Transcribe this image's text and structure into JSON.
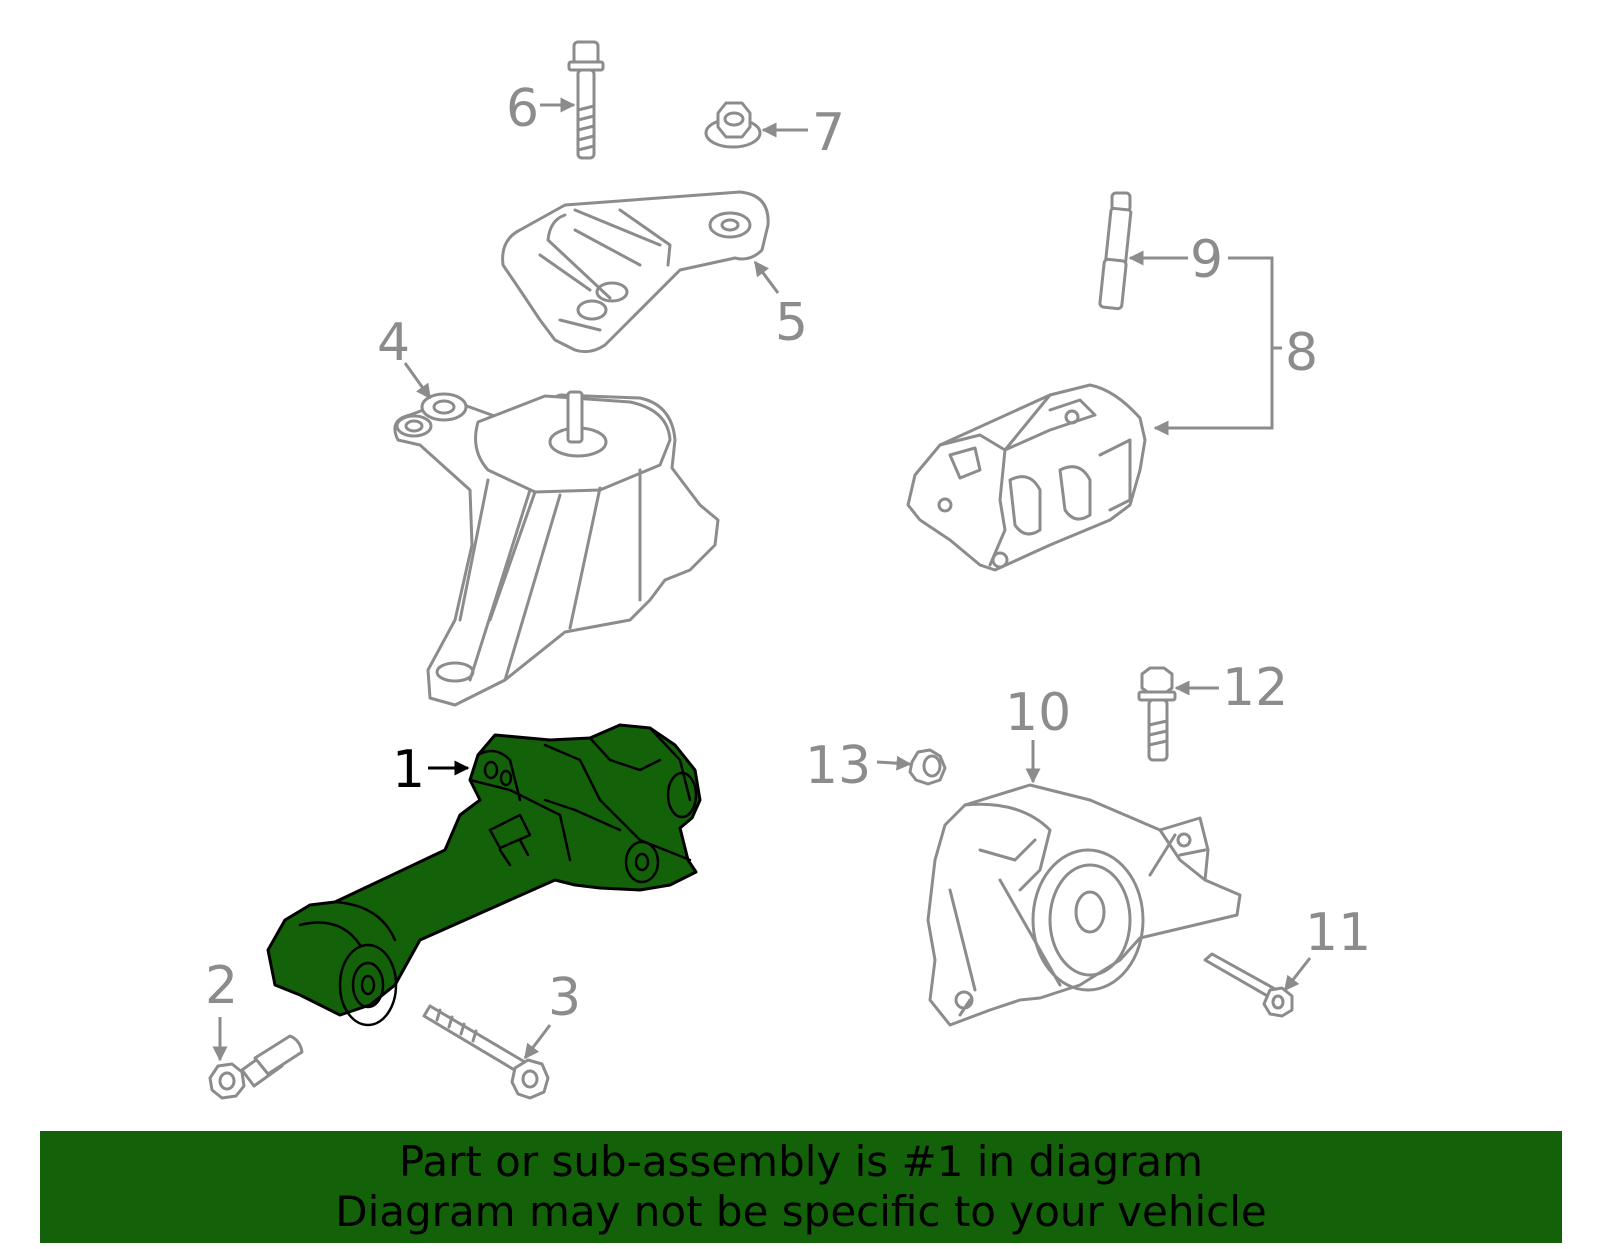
{
  "diagram": {
    "callouts": {
      "c1": "1",
      "c2": "2",
      "c3": "3",
      "c4": "4",
      "c5": "5",
      "c6": "6",
      "c7": "7",
      "c8": "8",
      "c9": "9",
      "c10": "10",
      "c11": "11",
      "c12": "12",
      "c13": "13"
    },
    "highlighted_part": "1",
    "colors": {
      "highlight_fill": "#136108",
      "line_gray": "#8c8c8c",
      "banner_bg": "#136108"
    }
  },
  "banner": {
    "line1": "Part or sub-assembly is #1 in diagram",
    "line2": "Diagram may not be specific to your vehicle"
  }
}
